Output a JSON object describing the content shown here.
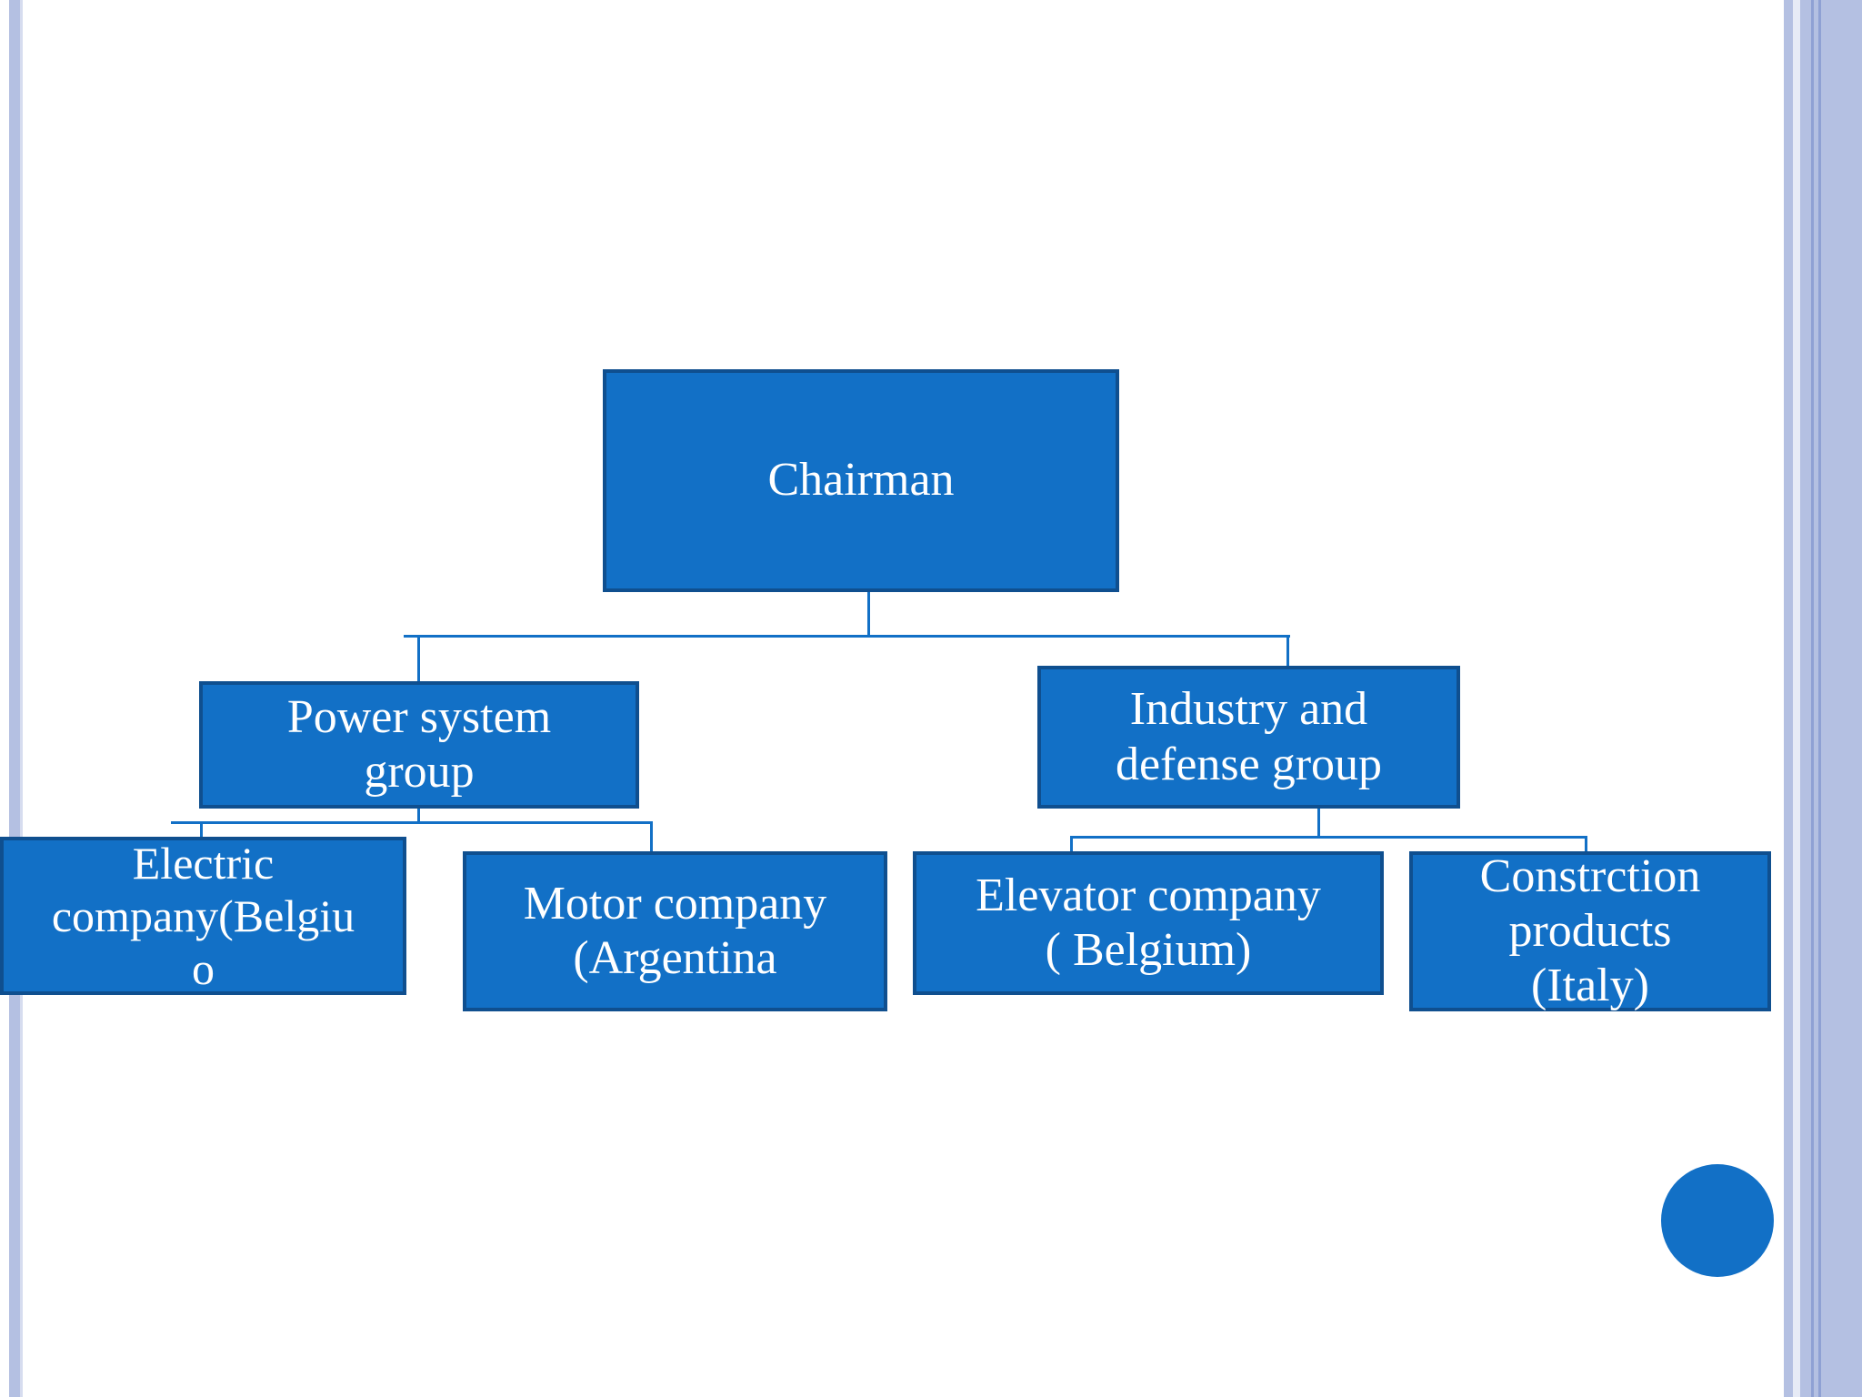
{
  "slide": {
    "colors": {
      "box_fill": "#1270c6",
      "box_border": "#0f4f8f",
      "connector": "#1270c6",
      "accent_stripe": "#b4c0e2",
      "text": "#ffffff"
    }
  },
  "org_chart": {
    "top": {
      "label": "Chairman"
    },
    "groups": [
      {
        "label": "Power system\ngroup"
      },
      {
        "label": "Industry and\ndefense group"
      }
    ],
    "companies": [
      {
        "label": "Electric\ncompany(Belgiu\no"
      },
      {
        "label": "Motor company\n(Argentina"
      },
      {
        "label": "Elevator company\n(  Belgium)"
      },
      {
        "label": "Constrction\nproducts\n(Italy)"
      }
    ]
  },
  "decorations": {
    "corner_dot_icon": "circle"
  }
}
